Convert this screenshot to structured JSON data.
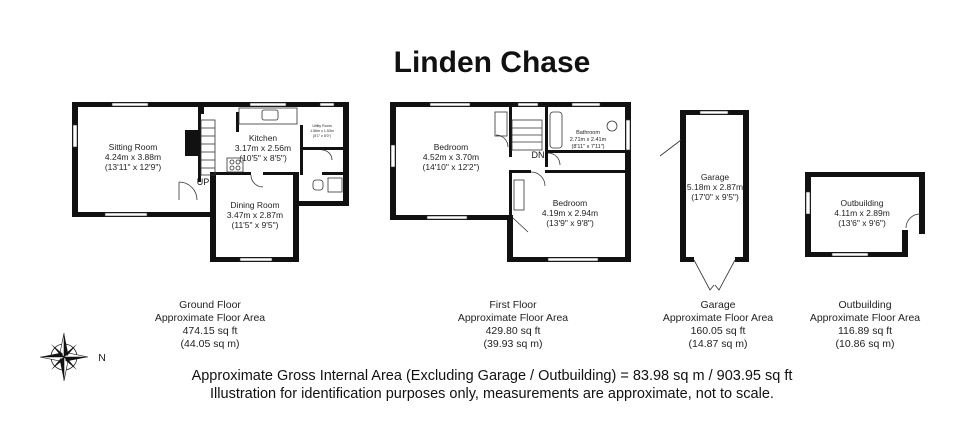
{
  "title": "Linden Chase",
  "rooms": {
    "sitting": {
      "name": "Sitting Room",
      "metric": "4.24m x 3.88m",
      "imperial": "(13'11\" x 12'9\")"
    },
    "kitchen": {
      "name": "Kitchen",
      "metric": "3.17m x 2.56m",
      "imperial": "(10'5\" x 8'5\")"
    },
    "utility": {
      "name": "Utility Room",
      "metric": "1.56m x 1.53m",
      "imperial": "(5'1\" x 5'0\")"
    },
    "dining": {
      "name": "Dining Room",
      "metric": "3.47m x 2.87m",
      "imperial": "(11'5\" x 9'5\")"
    },
    "bedroom1": {
      "name": "Bedroom",
      "metric": "4.52m x 3.70m",
      "imperial": "(14'10\" x 12'2\")"
    },
    "bathroom": {
      "name": "Bathroom",
      "metric": "2.71m x 2.41m",
      "imperial": "(8'11\" x 7'11\")"
    },
    "bedroom2": {
      "name": "Bedroom",
      "metric": "4.19m x 2.94m",
      "imperial": "(13'9\" x 9'8\")"
    },
    "garage": {
      "name": "Garage",
      "metric": "5.18m x 2.87m",
      "imperial": "(17'0\" x 9'5\")"
    },
    "outbuilding": {
      "name": "Outbuilding",
      "metric": "4.11m x 2.89m",
      "imperial": "(13'6\" x 9'6\")"
    }
  },
  "stairs": {
    "up": "UP",
    "down": "DN"
  },
  "floors": [
    {
      "name": "Ground Floor",
      "area_label": "Approximate Floor Area",
      "sqft": "474.15 sq ft",
      "sqm": "(44.05 sq m)"
    },
    {
      "name": "First Floor",
      "area_label": "Approximate Floor Area",
      "sqft": "429.80 sq ft",
      "sqm": "(39.93 sq m)"
    },
    {
      "name": "Garage",
      "area_label": "Approximate Floor Area",
      "sqft": "160.05 sq ft",
      "sqm": "(14.87 sq m)"
    },
    {
      "name": "Outbuilding",
      "area_label": "Approximate Floor Area",
      "sqft": "116.89 sq ft",
      "sqm": "(10.86 sq m)"
    }
  ],
  "compass": {
    "icon": "compass-rose-icon",
    "north_label": "N"
  },
  "footer": {
    "gross_area": "Approximate Gross Internal Area (Excluding Garage / Outbuilding) = 83.98 sq m / 903.95 sq ft",
    "disclaimer": "Illustration for identification purposes only, measurements are approximate, not to scale."
  }
}
